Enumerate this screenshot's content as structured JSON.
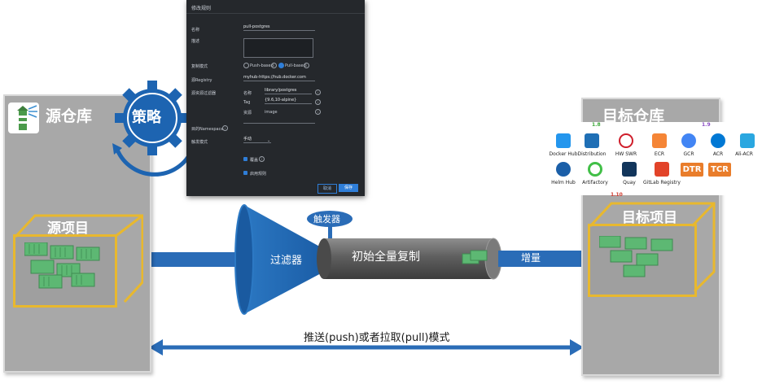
{
  "source": {
    "title": "源仓库",
    "project": "源项目"
  },
  "target": {
    "title": "目标仓库",
    "project": "目标项目"
  },
  "strategy": {
    "label": "策略"
  },
  "pipeline": {
    "filter": "过滤器",
    "trigger": "触发器",
    "initial_copy": "初始全量复制",
    "incremental": "增量"
  },
  "mode": {
    "label": "推送(push)或者拉取(pull)模式"
  },
  "modal": {
    "title": "修改规则",
    "fields": {
      "name_label": "名称",
      "name_value": "pull-postgres",
      "desc_label": "描述",
      "mode_label": "复制模式",
      "mode_push": "Push-based",
      "mode_pull": "Pull-based",
      "registry_label": "源Registry",
      "registry_value": "myhub-https://hub.docker.com",
      "filter_label": "源资源过滤器",
      "filter_name_label": "名称",
      "filter_name_value": "library/postgres",
      "filter_tag_label": "Tag",
      "filter_tag_value": "{9.6,10-alpine}",
      "filter_res_label": "资源",
      "filter_res_value": "image",
      "namespace_label": "目的Namespace",
      "trigger_label": "触发模式",
      "trigger_value": "手动",
      "overwrite_label": "覆盖",
      "enable_label": "启用规则"
    },
    "cancel_button": "取消",
    "save_button": "保存"
  },
  "versions": {
    "v18": "1.8",
    "v19": "1.9",
    "v110": "1.10"
  },
  "registries": [
    {
      "name": "Docker Hub",
      "icon": "docker-hub-icon",
      "color": "#2496ed"
    },
    {
      "name": "Distribution",
      "icon": "distribution-icon",
      "color": "#1f6fb5"
    },
    {
      "name": "HW SWR",
      "icon": "huawei-swr-icon",
      "color": "#cf1e2b"
    },
    {
      "name": "ECR",
      "icon": "aws-ecr-icon",
      "color": "#f58536"
    },
    {
      "name": "GCR",
      "icon": "gcr-icon",
      "color": "#4285f4"
    },
    {
      "name": "ACR",
      "icon": "azure-acr-icon",
      "color": "#0078d4"
    },
    {
      "name": "Ali-ACR",
      "icon": "ali-acr-icon",
      "color": "#2aa7e0"
    },
    {
      "name": "Helm Hub",
      "icon": "helm-hub-icon",
      "color": "#1b5fa8"
    },
    {
      "name": "Artifactory",
      "icon": "artifactory-icon",
      "color": "#41bf47"
    },
    {
      "name": "Quay",
      "icon": "quay-icon",
      "color": "#40b4e5"
    },
    {
      "name": "GitLab Registry",
      "icon": "gitlab-icon",
      "color": "#e24329"
    }
  ],
  "badges": [
    {
      "name": "DTR",
      "color": "#e97d2b"
    },
    {
      "name": "TCR",
      "color": "#e97d2b"
    }
  ],
  "colors": {
    "accent_blue": "#2a6cb7",
    "gear_blue": "#1d64b1",
    "panel_gray": "#a8a8a8",
    "project_border": "#e8b82e",
    "container_green": "#5db873"
  }
}
